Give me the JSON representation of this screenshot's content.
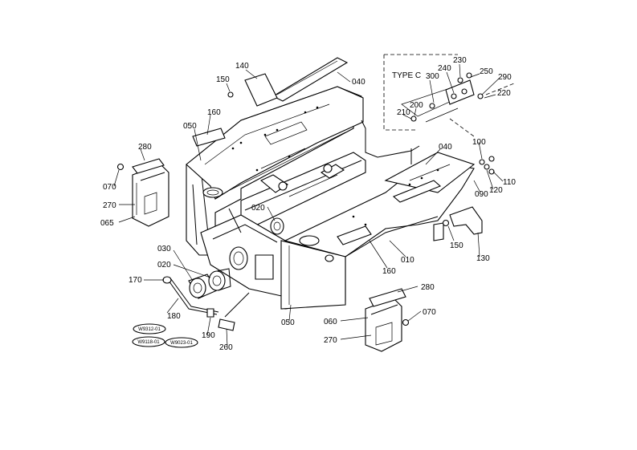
{
  "diagram": {
    "inset_title": "TYPE C",
    "part_labels": {
      "p040_top": "040",
      "p140": "140",
      "p150_top": "150",
      "p160_top": "160",
      "p050_left": "050",
      "p280_left": "280",
      "p070_left": "070",
      "p270_left": "270",
      "p065": "065",
      "p020_mid": "020",
      "p030": "030",
      "p020_low": "020",
      "p170": "170",
      "p180": "180",
      "p190": "190",
      "p260": "260",
      "p050_bottom": "050",
      "p040_right": "040",
      "p100": "100",
      "p110": "110",
      "p120": "120",
      "p090": "090",
      "p150_right": "150",
      "p130": "130",
      "p010": "010",
      "p160_right": "160",
      "p280_right": "280",
      "p070_right": "070",
      "p060": "060",
      "p270_right": "270",
      "p230": "230",
      "p240": "240",
      "p250": "250",
      "p300": "300",
      "p290": "290",
      "p220": "220",
      "p200": "200",
      "p210": "210"
    },
    "ref_codes": {
      "r1": "W9312-01",
      "r2": "W9118-01",
      "r3": "W9023-01"
    }
  }
}
